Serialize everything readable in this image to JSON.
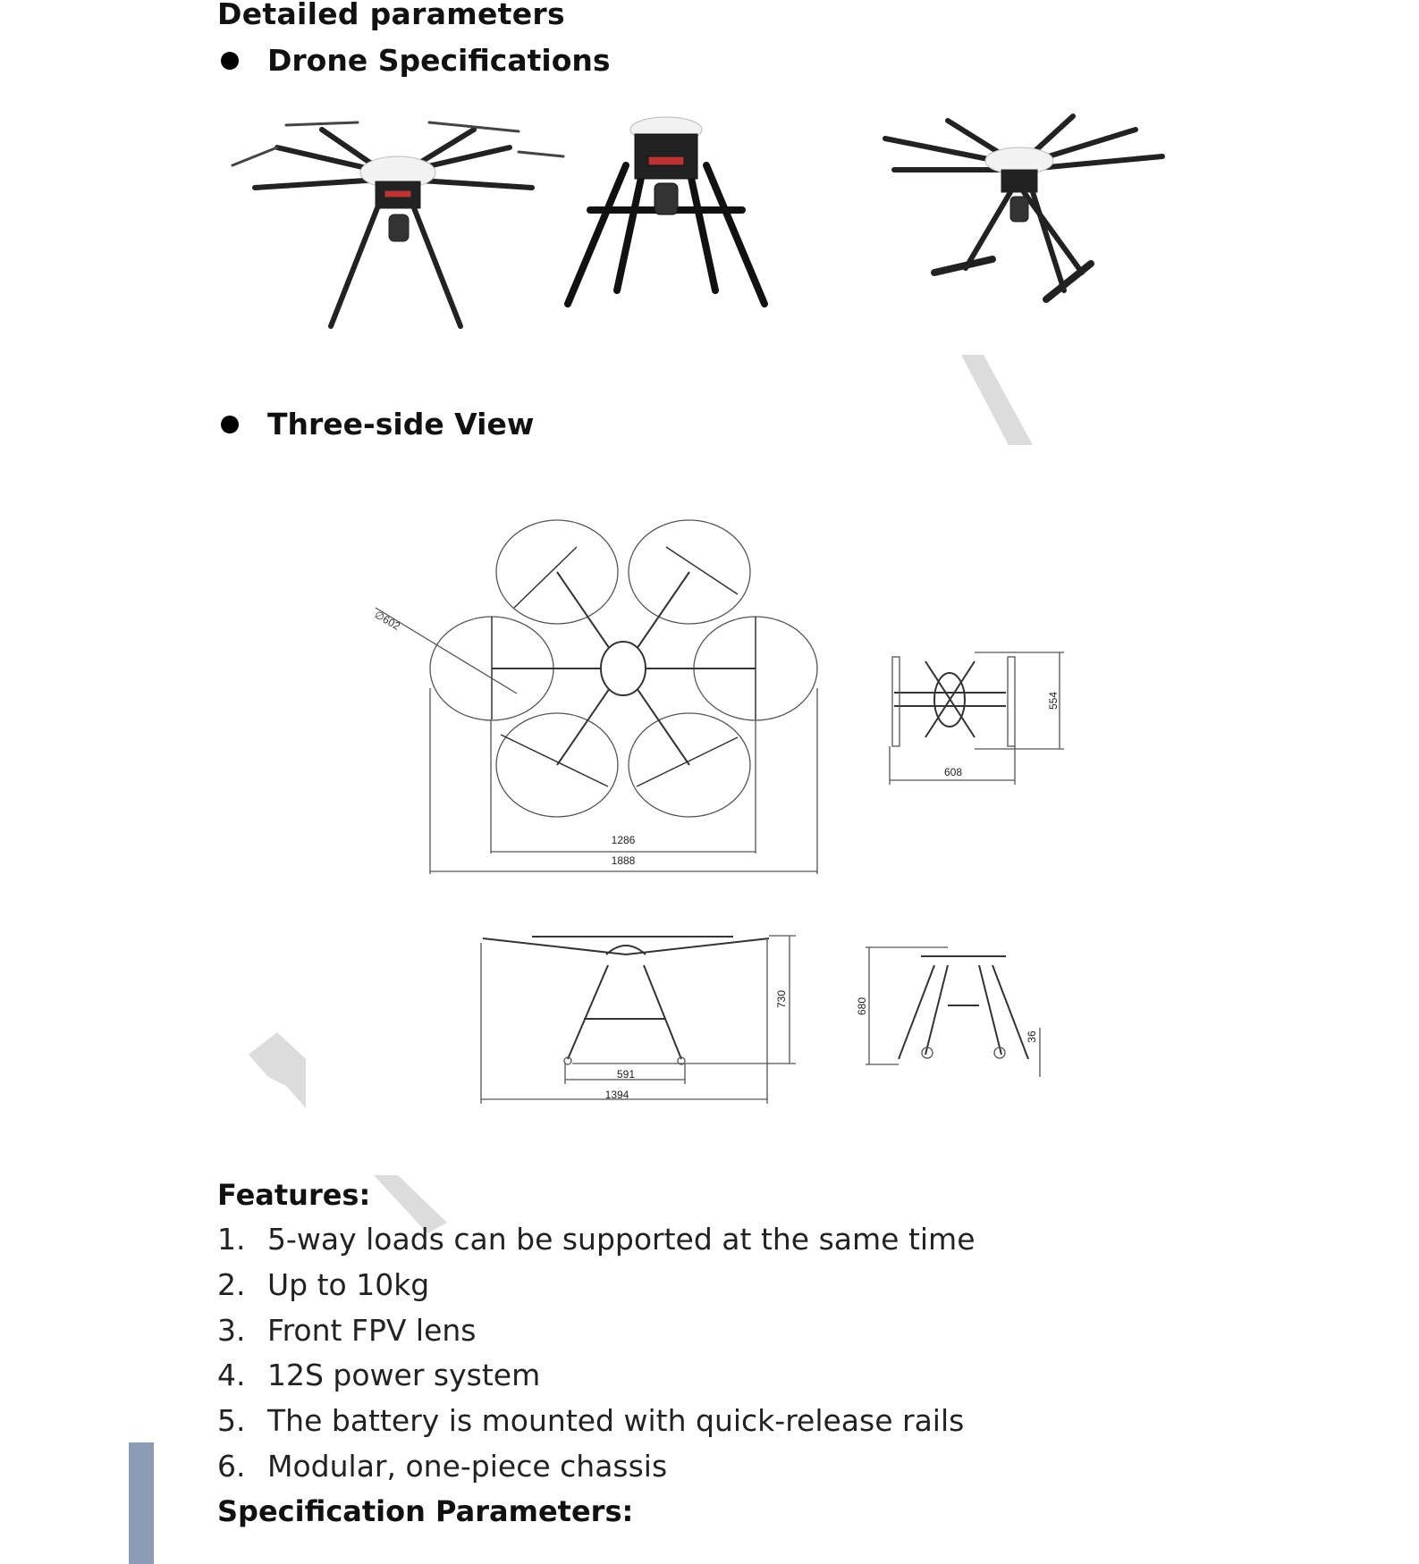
{
  "heading": "Detailed parameters",
  "sections": {
    "drone_specs": "Drone Specifications",
    "three_side": "Three-side View"
  },
  "drawing": {
    "prop_diameter": "∅602",
    "top_inner_width": "1286",
    "top_outer_width": "1888",
    "side_top_width": "608",
    "side_top_height": "554",
    "front_leg_width": "591",
    "front_width": "1394",
    "front_height": "730",
    "side_height": "680",
    "side_foot": "36"
  },
  "features": {
    "title": "Features:",
    "items": [
      {
        "num": "1.",
        "text": "5-way loads can be supported at the same time"
      },
      {
        "num": "2.",
        "text": "Up to 10kg"
      },
      {
        "num": "3.",
        "text": "Front FPV lens"
      },
      {
        "num": "4.",
        "text": "12S power system"
      },
      {
        "num": "5.",
        "text": "The battery is mounted with quick-release rails"
      },
      {
        "num": "6.",
        "text": "Modular, one-piece chassis"
      }
    ]
  },
  "spec_title": "Specification Parameters:",
  "colors": {
    "accent_bar": "#8b9bb6",
    "watermark": "#dcdcdc"
  }
}
